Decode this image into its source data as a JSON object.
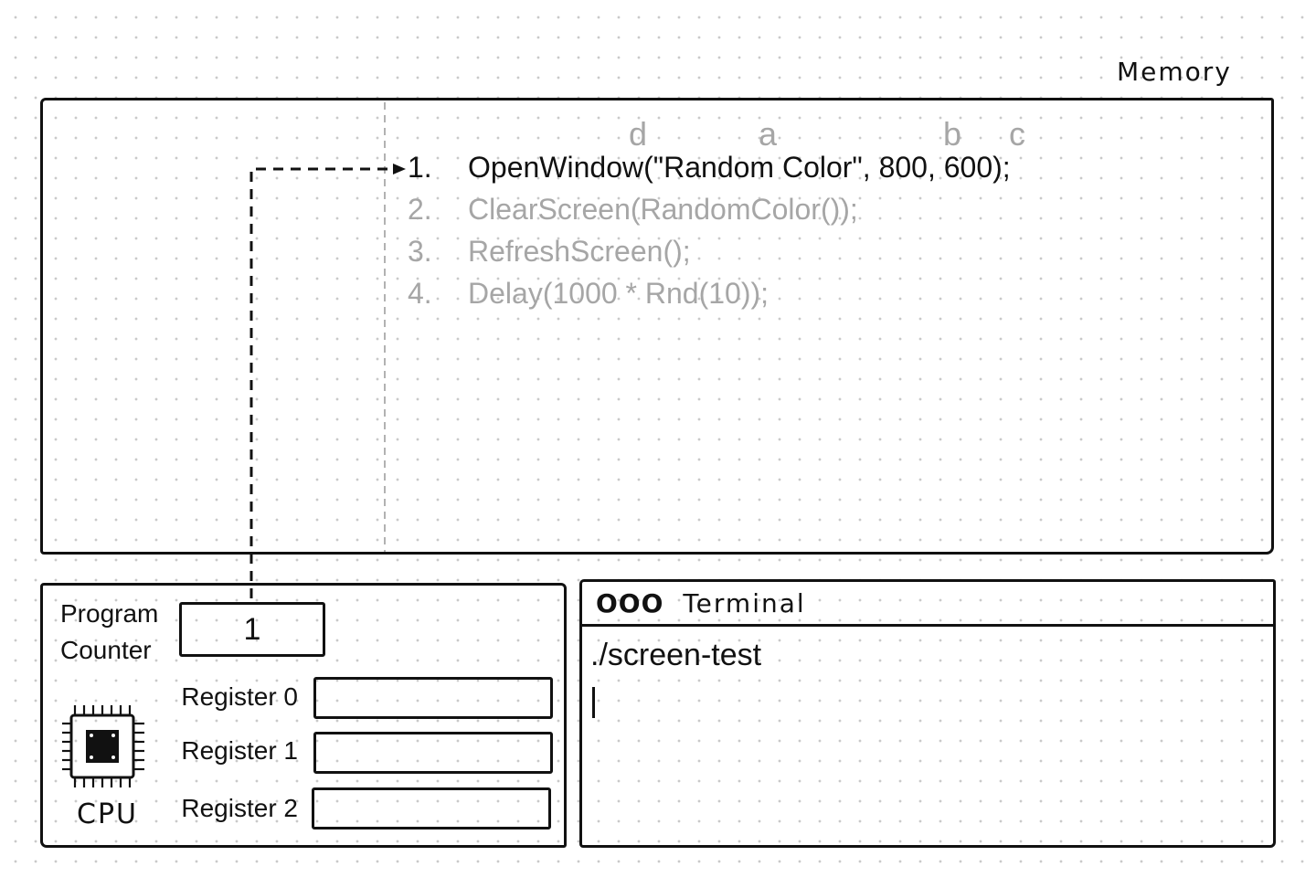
{
  "memory": {
    "label": "Memory",
    "param_markers": [
      "d",
      "a",
      "b",
      "c"
    ],
    "lines": [
      {
        "number": "1.",
        "code": "OpenWindow(\"Random Color\", 800, 600);",
        "active": true
      },
      {
        "number": "2.",
        "code": "ClearScreen(RandomColor());",
        "active": false
      },
      {
        "number": "3.",
        "code": "RefreshScreen();",
        "active": false
      },
      {
        "number": "4.",
        "code": "Delay(1000 * Rnd(10));",
        "active": false
      }
    ]
  },
  "cpu": {
    "program_counter_label_1": "Program",
    "program_counter_label_2": "Counter",
    "program_counter_value": "1",
    "registers": [
      {
        "label": "Register 0",
        "value": ""
      },
      {
        "label": "Register 1",
        "value": ""
      },
      {
        "label": "Register 2",
        "value": ""
      }
    ],
    "cpu_label": "CPU",
    "chip_icon": "cpu-chip-icon"
  },
  "terminal": {
    "window_dots": "OOO",
    "title": "Terminal",
    "command": "./screen-test"
  }
}
